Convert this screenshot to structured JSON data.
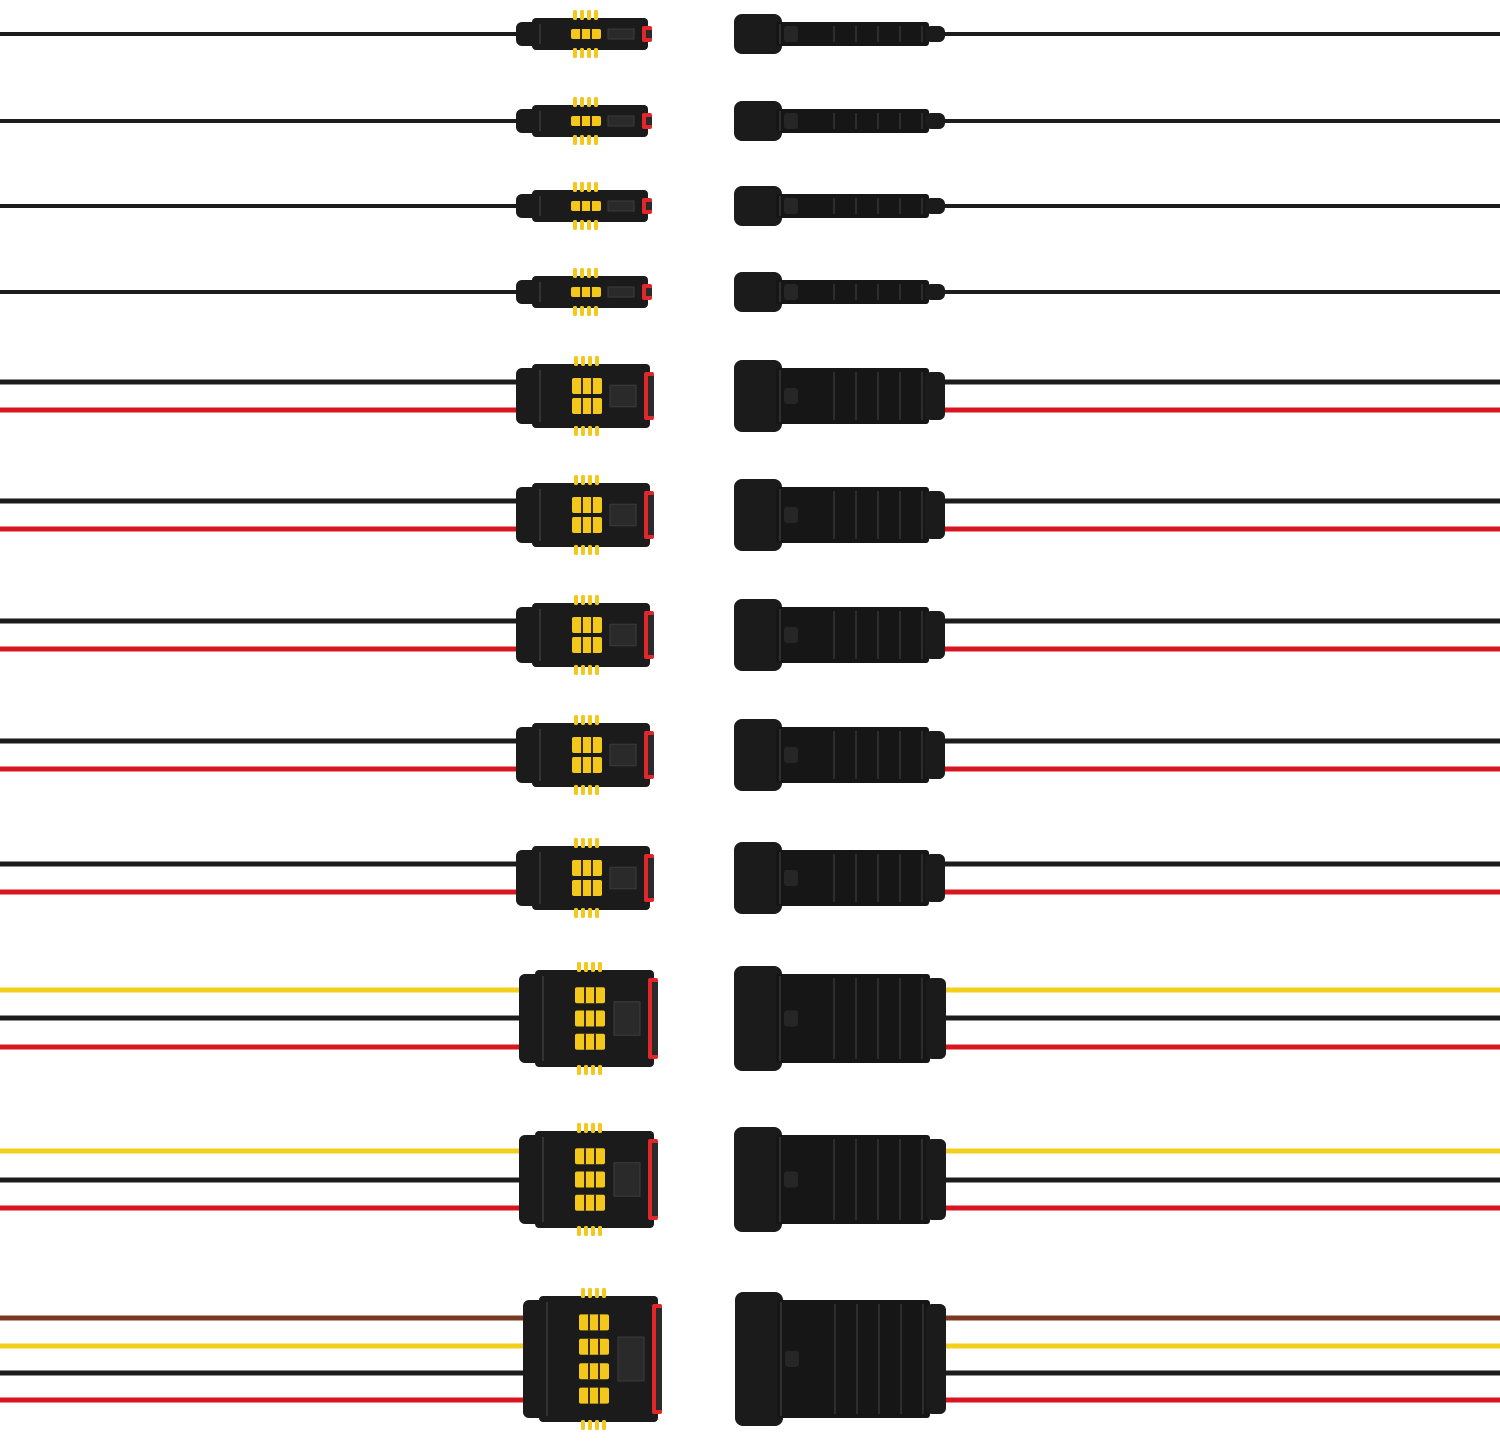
{
  "photo": {
    "subject": "waterproof-wire-connector-kit",
    "background": "#ffffff",
    "colors": {
      "black": "#1c1c1c",
      "red": "#d8161f",
      "yellow": "#f2cf1c",
      "brown": "#7a3a22",
      "housing": "#1b1b1b",
      "seal": "#f3c81a",
      "tab": "#e0272b"
    },
    "rows": [
      {
        "pins": 1,
        "wires": [
          "black"
        ]
      },
      {
        "pins": 1,
        "wires": [
          "black"
        ]
      },
      {
        "pins": 1,
        "wires": [
          "black"
        ]
      },
      {
        "pins": 1,
        "wires": [
          "black"
        ]
      },
      {
        "pins": 2,
        "wires": [
          "black",
          "red"
        ]
      },
      {
        "pins": 2,
        "wires": [
          "black",
          "red"
        ]
      },
      {
        "pins": 2,
        "wires": [
          "black",
          "red"
        ]
      },
      {
        "pins": 2,
        "wires": [
          "black",
          "red"
        ]
      },
      {
        "pins": 2,
        "wires": [
          "black",
          "red"
        ]
      },
      {
        "pins": 3,
        "wires": [
          "yellow",
          "black",
          "red"
        ]
      },
      {
        "pins": 3,
        "wires": [
          "yellow",
          "black",
          "red"
        ]
      },
      {
        "pins": 4,
        "wires": [
          "brown",
          "yellow",
          "black",
          "red"
        ]
      }
    ]
  }
}
